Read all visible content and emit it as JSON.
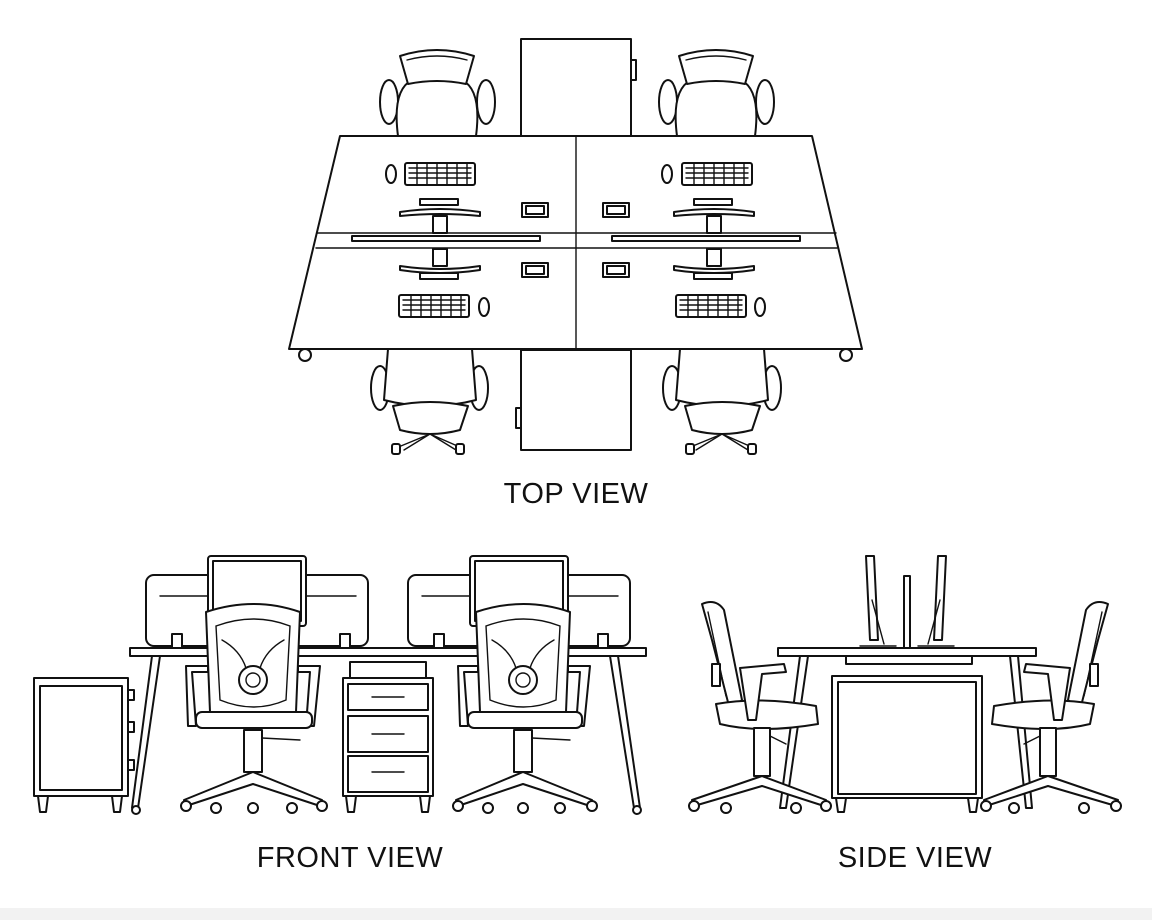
{
  "labels": {
    "top_view": "TOP VIEW",
    "front_view": "FRONT VIEW",
    "side_view": "SIDE VIEW"
  },
  "colors": {
    "line": "#111111",
    "fill": "#ffffff",
    "background": "#ffffff"
  },
  "views": [
    "top-view",
    "front-view",
    "side-view"
  ]
}
